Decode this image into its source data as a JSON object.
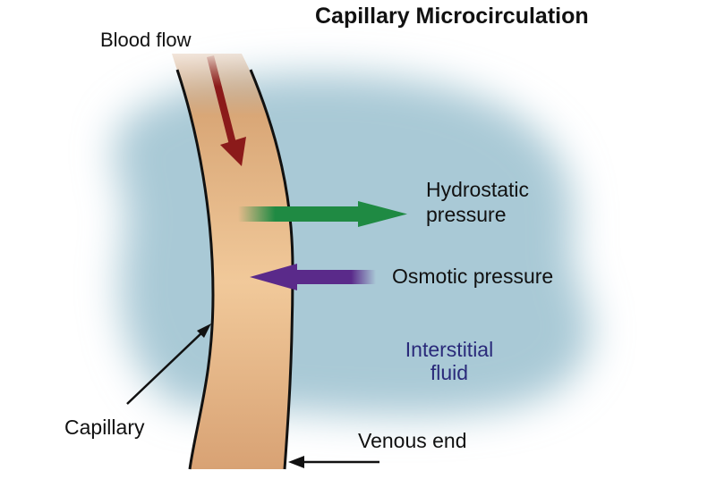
{
  "title": "Capillary Microcirculation",
  "labels": {
    "blood_flow": "Blood flow",
    "hydrostatic_pressure": "Hydrostatic pressure",
    "osmotic_pressure": "Osmotic pressure",
    "interstitial_fluid": "Interstitial fluid",
    "capillary": "Capillary",
    "venous_end": "Venous end"
  },
  "colors": {
    "interstitial": "#a9c9d6",
    "capillary_light": "#f1c99a",
    "capillary_dark": "#cf9a6e",
    "blood_flow_arrow": "#8b1a1a",
    "hydrostatic_arrow": "#1f8a43",
    "osmotic_arrow": "#5a2a8a",
    "interstitial_text": "#2a2a7a"
  },
  "icons": [
    "blood-flow-arrow",
    "hydrostatic-arrow",
    "osmotic-arrow",
    "capillary-pointer-arrow",
    "venous-end-arrow"
  ]
}
